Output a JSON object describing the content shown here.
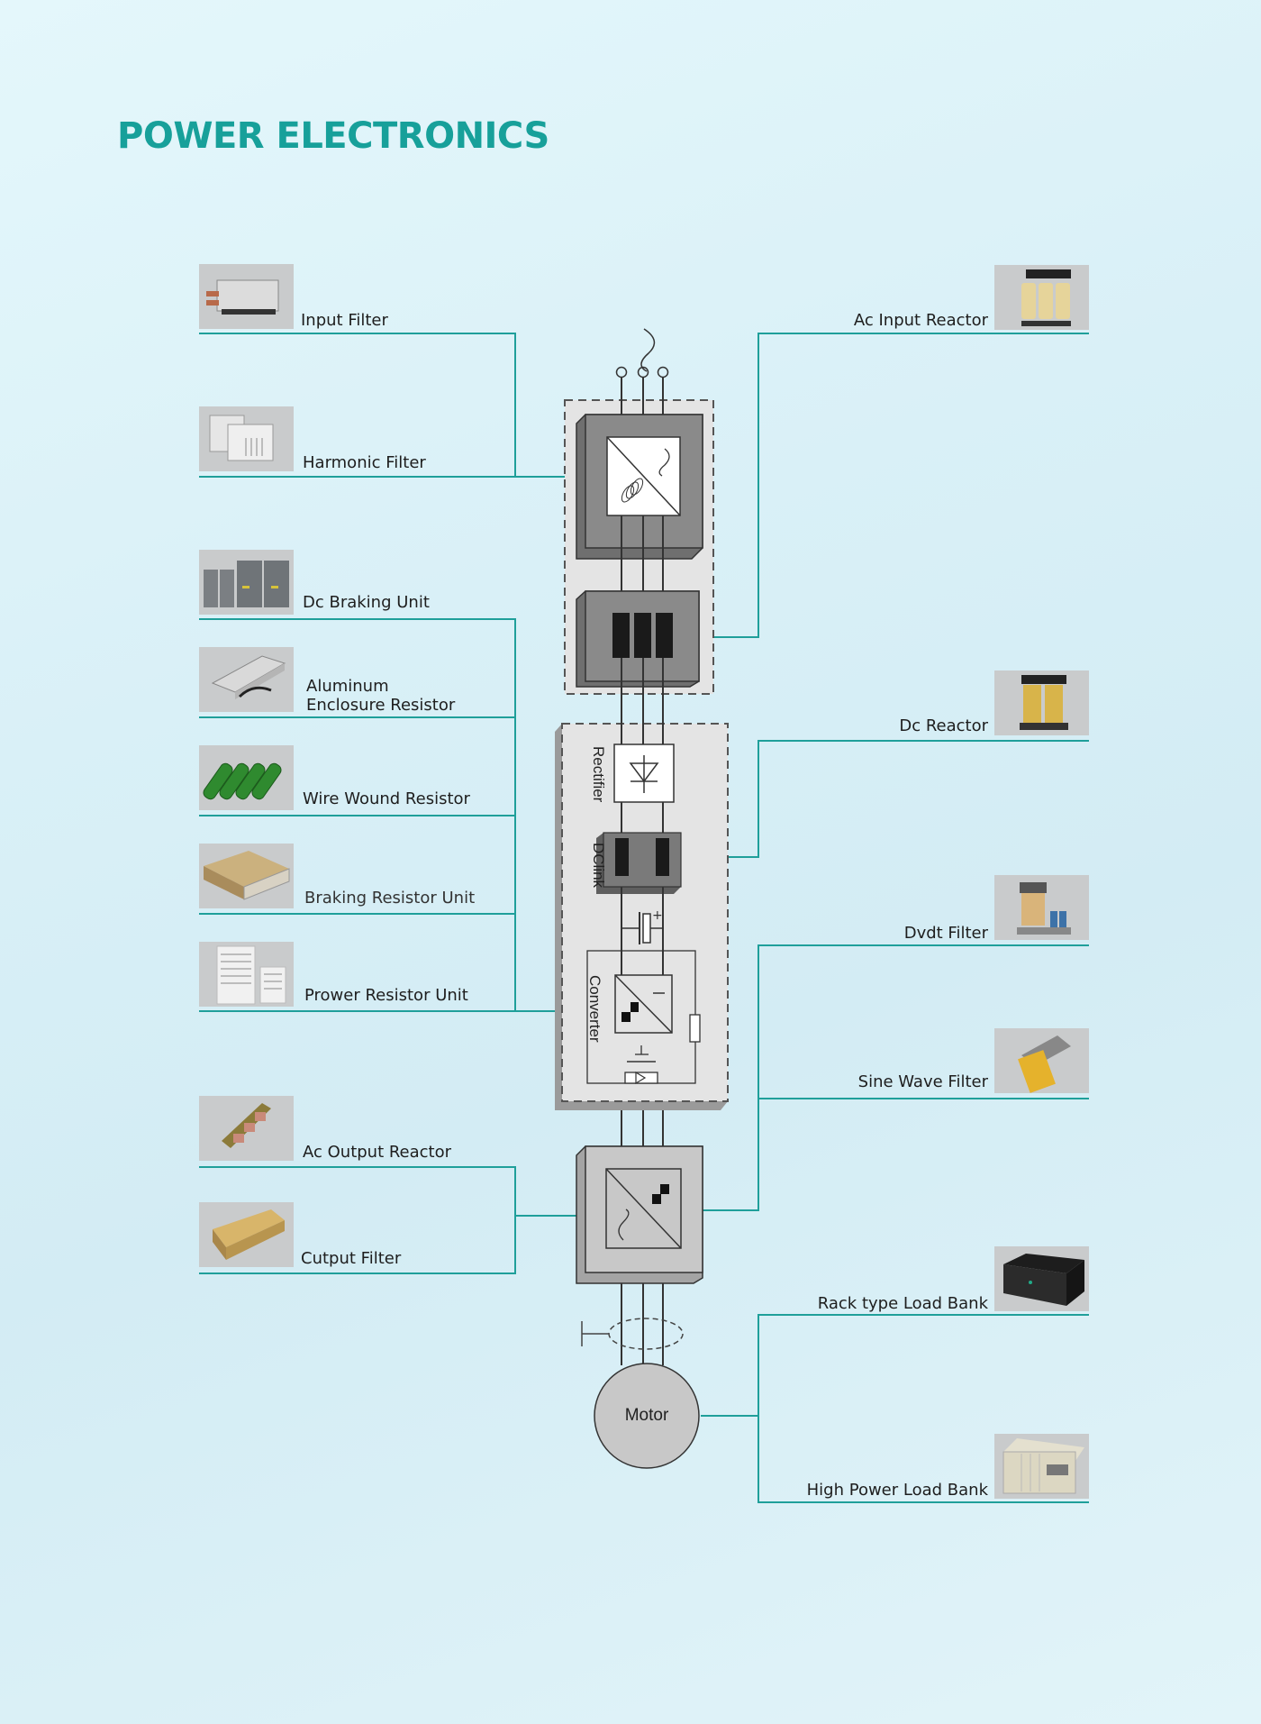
{
  "title": "POWER ELECTRONICS",
  "colors": {
    "accent": "#1f9f9a",
    "title": "#17a09a",
    "block_dark": "#8a8a8a",
    "block_light": "#c8c8c8",
    "panel": "#e4e4e4"
  },
  "left_items": [
    {
      "label": "Input Filter",
      "image": "input-filter-photo"
    },
    {
      "label": "Harmonic Filter",
      "image": "harmonic-filter-photo"
    },
    {
      "label": "Dc Braking Unit",
      "image": "dc-braking-unit-photo"
    },
    {
      "label_line1": "Aluminum",
      "label_line2": "Enclosure Resistor",
      "image": "aluminum-resistor-photo"
    },
    {
      "label": "Wire Wound Resistor",
      "image": "wire-wound-resistor-photo"
    },
    {
      "label": "Braking Resistor Unit",
      "image": "braking-resistor-unit-photo"
    },
    {
      "label": "Prower Resistor Unit",
      "image": "power-resistor-unit-photo"
    },
    {
      "label": "Ac Output Reactor",
      "image": "ac-output-reactor-photo"
    },
    {
      "label": "Cutput Filter",
      "image": "output-filter-photo"
    }
  ],
  "right_items": [
    {
      "label": "Ac Input Reactor",
      "image": "ac-input-reactor-photo"
    },
    {
      "label": "Dc Reactor",
      "image": "dc-reactor-photo"
    },
    {
      "label": "Dvdt Filter",
      "image": "dvdt-filter-photo"
    },
    {
      "label": "Sine Wave Filter",
      "image": "sine-wave-filter-photo"
    },
    {
      "label": "Rack type Load Bank",
      "image": "rack-load-bank-photo"
    },
    {
      "label": "High Power Load Bank",
      "image": "high-power-load-bank-photo"
    }
  ],
  "diagram": {
    "source_symbol": "~",
    "rectifier_label": "Rectifier",
    "dclink_label": "DClink",
    "converter_label": "Converter",
    "motor_label": "Motor"
  }
}
